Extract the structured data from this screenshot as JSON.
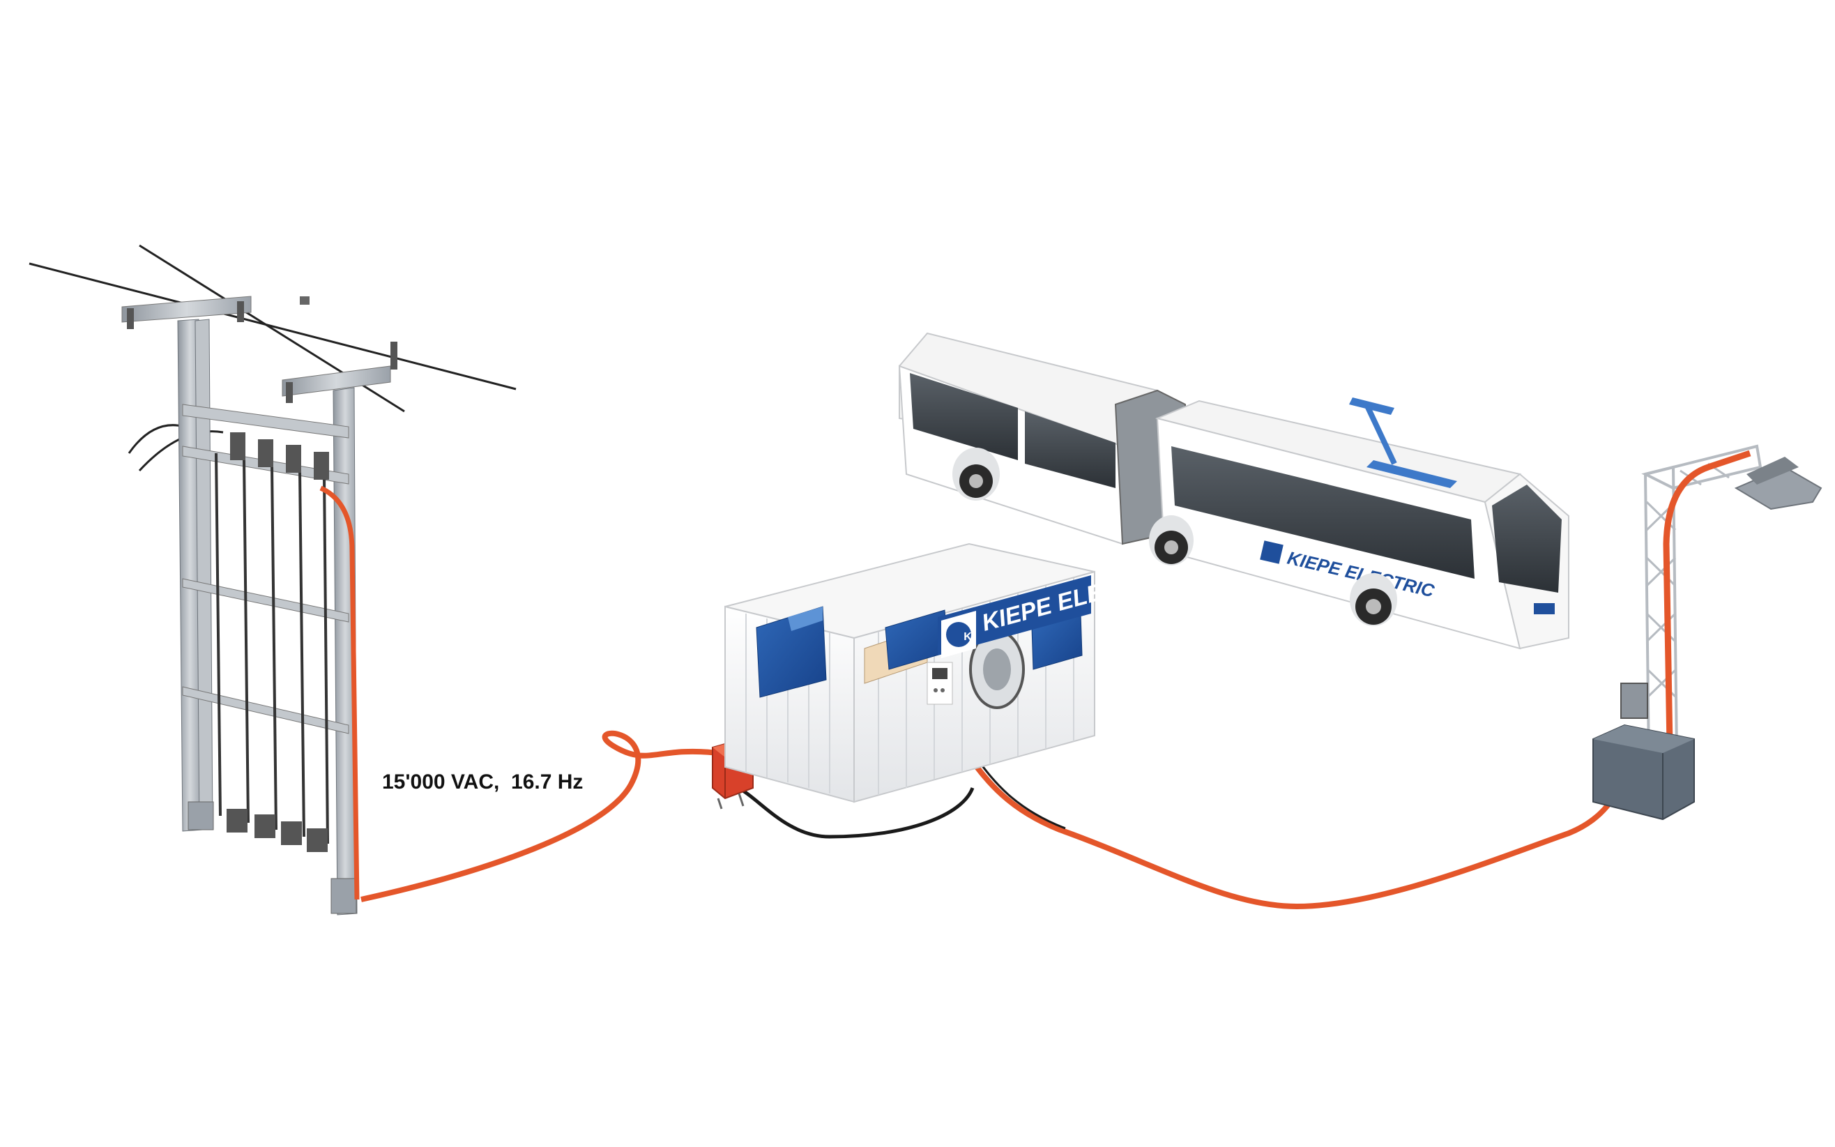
{
  "diagram": {
    "voltage_label": "15'000 VAC,  16.7 Hz",
    "container_brand": "KIEPE ELECTRIC",
    "bus_brand": "KIEPE ELECTRIC"
  },
  "colors": {
    "cable_orange": "#e4562a",
    "cable_black": "#1a1a1a",
    "brand_blue": "#1f4f9c",
    "steel_grey": "#a8aeb6",
    "container_white": "#f4f4f4"
  },
  "icons": {
    "overhead_mast": "catenary-mast-icon",
    "substation_container": "container-icon",
    "bus": "trolleybus-icon",
    "charging_mast": "charging-mast-icon"
  }
}
